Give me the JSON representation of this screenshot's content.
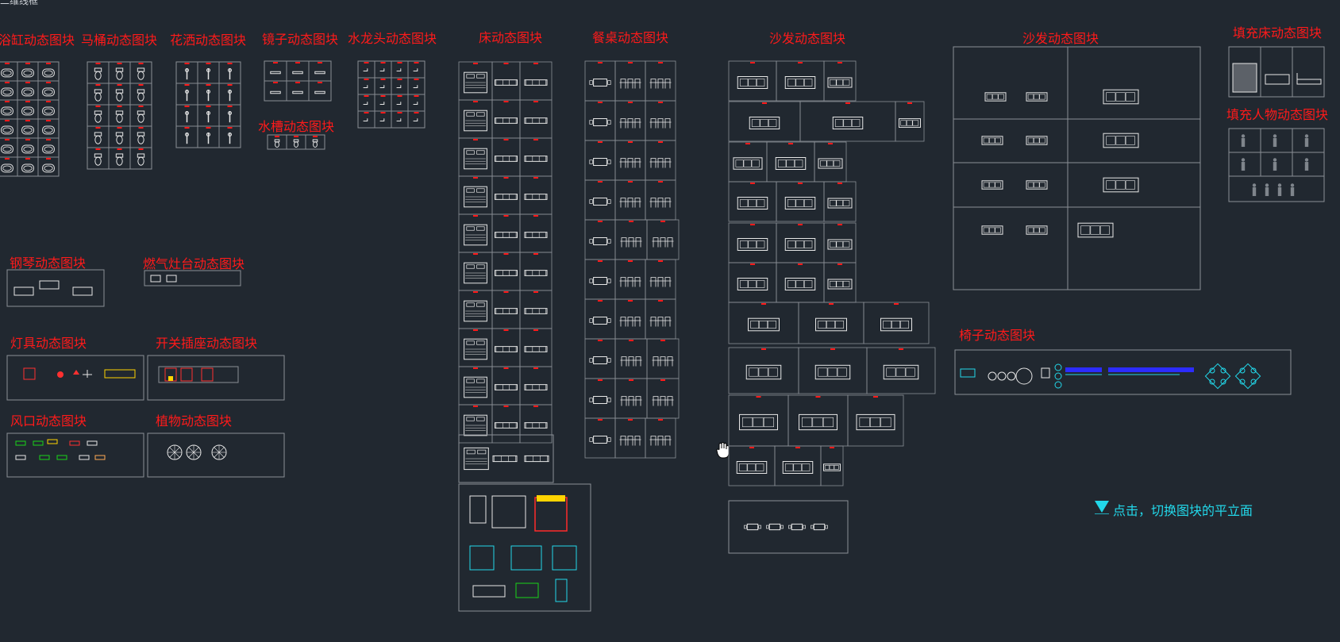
{
  "viewport": {
    "label": "二维线框"
  },
  "titles": {
    "bathtub": "浴缸动态图块",
    "toilet": "马桶动态图块",
    "shower": "花洒动态图块",
    "mirror": "镜子动态图块",
    "faucet": "水龙头动态图块",
    "sink": "水槽动态图块",
    "bed": "床动态图块",
    "dining": "餐桌动态图块",
    "sofa1": "沙发动态图块",
    "sofa2": "沙发动态图块",
    "fill_bed": "填充床动态图块",
    "fill_people": "填充人物动态图块",
    "piano": "钢琴动态图块",
    "stove": "燃气灶台动态图块",
    "lamp": "灯具动态图块",
    "switch": "开关插座动态图块",
    "vent": "风口动态图块",
    "plant": "植物动态图块",
    "chair": "椅子动态图块"
  },
  "hint": {
    "text": "点击，切换图块的平立面"
  },
  "colors": {
    "background": "#212830",
    "title_red": "#ff1a1a",
    "line_white": "#e6e6e6",
    "frame_gray": "#8a8f96",
    "cyan": "#22d8ea",
    "blue": "#2c2cff",
    "green": "#19d419",
    "yellow": "#ffd400"
  },
  "icons": {
    "cursor": "hand-cursor-icon",
    "hint": "triangle-down-icon"
  }
}
